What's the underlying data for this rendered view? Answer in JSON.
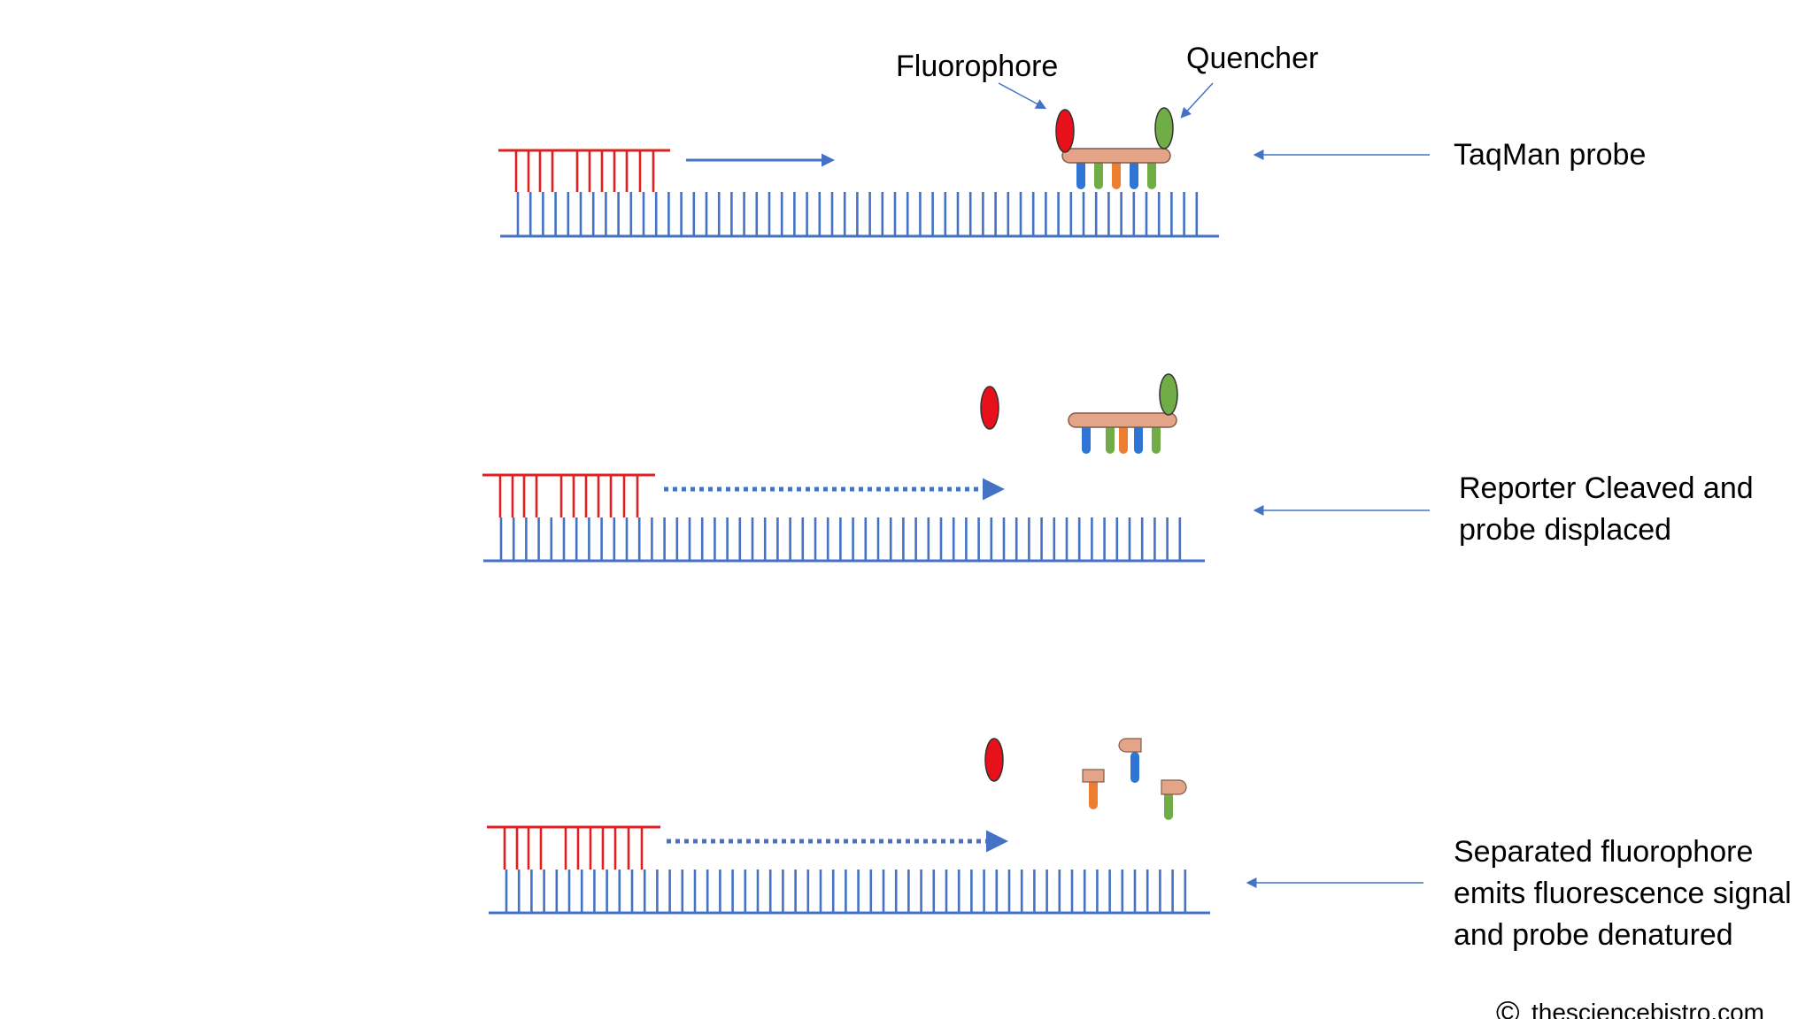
{
  "labels": {
    "fluorophore": "Fluorophore",
    "quencher": "Quencher",
    "step1": "TaqMan probe",
    "step2_line1": "Reporter Cleaved and",
    "step2_line2": "probe displaced",
    "step3_line1": "Separated fluorophore",
    "step3_line2": "emits fluorescence signal",
    "step3_line3": "and probe denatured",
    "copyright_symbol": "©",
    "copyright_site": "thesciencebistro.com"
  },
  "colors": {
    "template_strand": "#4472C4",
    "primer": "#E02020",
    "fluorophore": "#E8101A",
    "quencher": "#70AD47",
    "probe_backbone": "#E4A488",
    "base_blue": "#2E75D6",
    "base_green": "#70AD47",
    "base_orange": "#ED7D31",
    "arrow": "#4472C4"
  },
  "icons": {
    "fluorophore": "red-ellipse",
    "quencher": "green-ellipse",
    "extension_arrow": "arrow-right",
    "pointer_arrow": "thin-arrow-left"
  }
}
